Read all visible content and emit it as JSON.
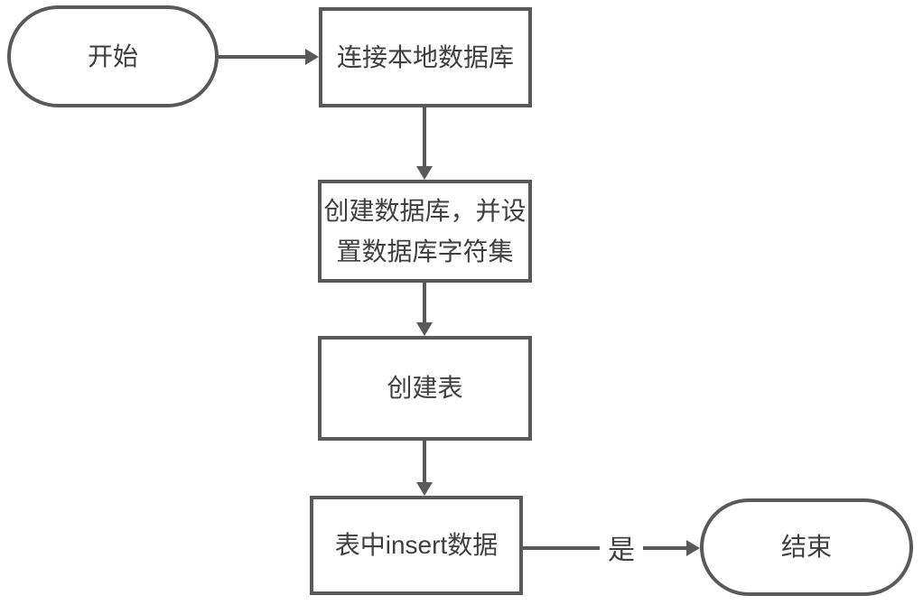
{
  "diagram": {
    "type": "flowchart",
    "background_color": "#ffffff",
    "stroke_color": "#595959",
    "text_color": "#3f3f3f",
    "nodes": [
      {
        "id": "start",
        "shape": "terminal",
        "label": "开始"
      },
      {
        "id": "connect-local-db",
        "shape": "process",
        "label": "连接本地数据库"
      },
      {
        "id": "create-db-charset",
        "shape": "process",
        "label": "创建数据库，并设置数据库字符集"
      },
      {
        "id": "create-table",
        "shape": "process",
        "label": "创建表"
      },
      {
        "id": "insert-data",
        "shape": "process",
        "label": "表中insert数据"
      },
      {
        "id": "end",
        "shape": "terminal",
        "label": "结束"
      }
    ],
    "edges": [
      {
        "from": "start",
        "to": "connect-local-db",
        "direction": "right",
        "label": ""
      },
      {
        "from": "connect-local-db",
        "to": "create-db-charset",
        "direction": "down",
        "label": ""
      },
      {
        "from": "create-db-charset",
        "to": "create-table",
        "direction": "down",
        "label": ""
      },
      {
        "from": "create-table",
        "to": "insert-data",
        "direction": "down",
        "label": ""
      },
      {
        "from": "insert-data",
        "to": "end",
        "direction": "right",
        "label": "是"
      }
    ]
  }
}
